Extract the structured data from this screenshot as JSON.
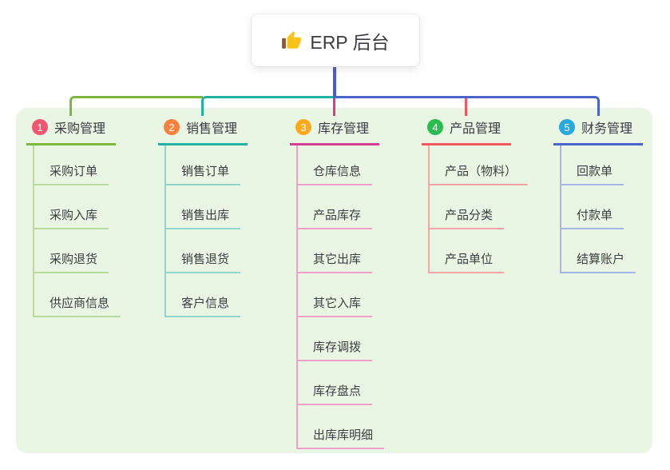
{
  "canvas": {
    "background": "#ffffff",
    "panel_background": "#eaf6e4"
  },
  "root": {
    "label": "ERP 后台",
    "icon": "thumbs-up-icon",
    "line_color": "#4c5cd3"
  },
  "branches": [
    {
      "number": "1",
      "title": "采购管理",
      "badge_color": "#f25570",
      "line_color": "#7cb83e",
      "child_line_color": "#b9dc9e",
      "children": [
        "采购订单",
        "采购入库",
        "采购退货",
        "供应商信息"
      ]
    },
    {
      "number": "2",
      "title": "销售管理",
      "badge_color": "#f8813d",
      "line_color": "#21b2a2",
      "child_line_color": "#90d6cb",
      "children": [
        "销售订单",
        "销售出库",
        "销售退货",
        "客户信息"
      ]
    },
    {
      "number": "3",
      "title": "库存管理",
      "badge_color": "#fba91f",
      "line_color": "#d53c94",
      "child_line_color": "#f0a0ca",
      "children": [
        "仓库信息",
        "产品库存",
        "其它出库",
        "其它入库",
        "库存调拨",
        "库存盘点",
        "出库库明细"
      ]
    },
    {
      "number": "4",
      "title": "产品管理",
      "badge_color": "#2bbc50",
      "line_color": "#f2555b",
      "child_line_color": "#f8a6a7",
      "children": [
        "产品（物料）",
        "产品分类",
        "产品单位"
      ]
    },
    {
      "number": "5",
      "title": "财务管理",
      "badge_color": "#29a8df",
      "line_color": "#4a64cb",
      "child_line_color": "#a6b6e5",
      "children": [
        "回款单",
        "付款单",
        "结算账户"
      ]
    }
  ]
}
